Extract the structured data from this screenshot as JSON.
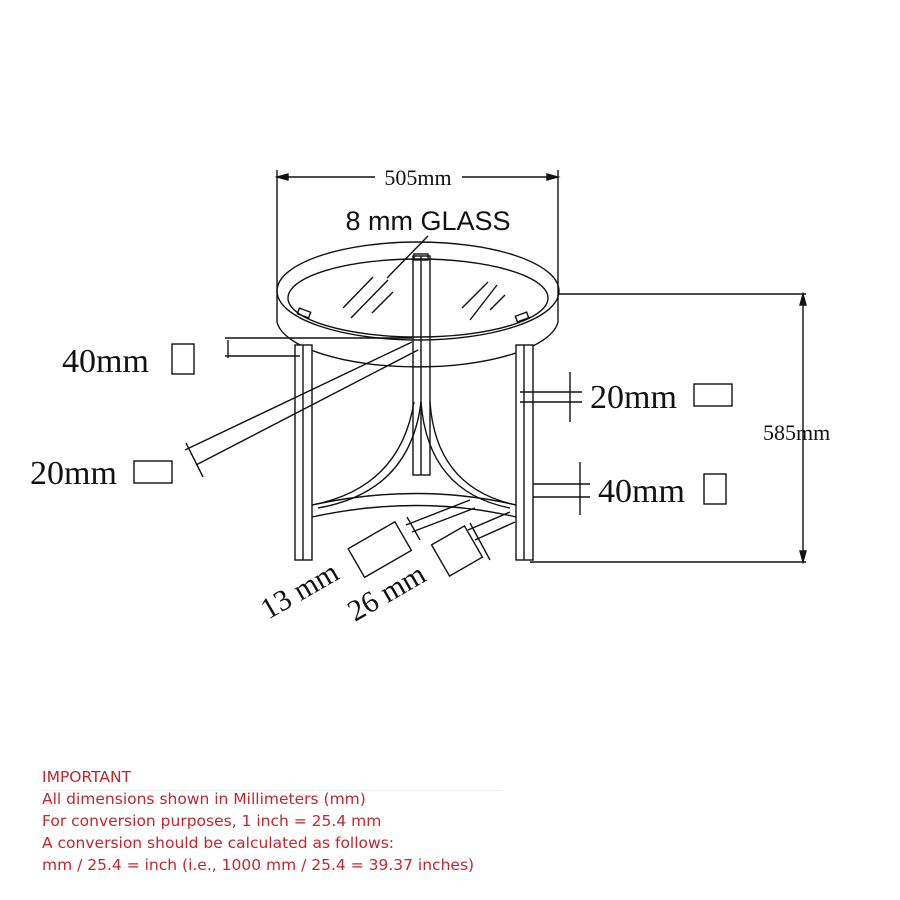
{
  "drawing": {
    "width_label": "505mm",
    "height_label": "585mm",
    "glass_label": "8 mm GLASS",
    "top_ring_thickness_label": "40mm",
    "top_ring_width_label": "20mm",
    "leg_width_label": "20mm",
    "leg_depth_label": "40mm",
    "bottom_ring_label_a": "13 mm",
    "bottom_ring_label_b": "26 mm"
  },
  "notes": {
    "title": "IMPORTANT",
    "lines": [
      "All dimensions shown in Millimeters (mm)",
      "For conversion purposes, 1 inch = 25.4 mm",
      "A conversion should be calculated as follows:",
      "mm / 25.4 = inch (i.e., 1000 mm / 25.4 = 39.37 inches)"
    ],
    "color": "#c0282d"
  }
}
